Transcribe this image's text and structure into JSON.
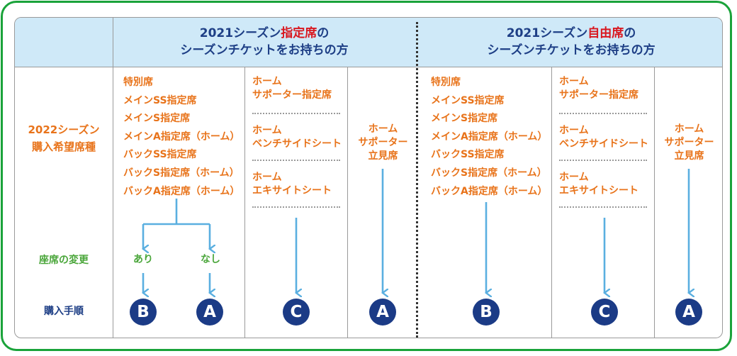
{
  "header": {
    "col1": {
      "prefix": "2021シーズン",
      "highlight": "指定席",
      "suffix": "の",
      "line2": "シーズンチケットをお持ちの方"
    },
    "col2": {
      "prefix": "2021シーズン",
      "highlight": "自由席",
      "suffix": "の",
      "line2": "シーズンチケットをお持ちの方"
    }
  },
  "row_labels": {
    "seat_type_line1": "2022シーズン",
    "seat_type_line2": "購入希望席種",
    "seat_change": "座席の変更",
    "procedure": "購入手順"
  },
  "reserved_list": [
    "特別席",
    "メインSS指定席",
    "メインS指定席",
    "メインA指定席（ホーム）",
    "バックSS指定席",
    "バックS指定席（ホーム）",
    "バックA指定席（ホーム）"
  ],
  "free_list": [
    "特別席",
    "メインSS指定席",
    "メインS指定席",
    "メインA指定席（ホーム）",
    "バックSS指定席",
    "バックS指定席（ホーム）",
    "バックA指定席（ホーム）"
  ],
  "home_groups_left": [
    {
      "line1": "ホーム",
      "line2": "サポーター指定席"
    },
    {
      "line1": "ホーム",
      "line2": "ベンチサイドシート"
    },
    {
      "line1": "ホーム",
      "line2": "エキサイトシート"
    }
  ],
  "home_groups_right": [
    {
      "line1": "ホーム",
      "line2": "サポーター指定席"
    },
    {
      "line1": "ホーム",
      "line2": "ベンチサイドシート"
    },
    {
      "line1": "ホーム",
      "line2": "エキサイトシート"
    }
  ],
  "standing_left": {
    "line1": "ホーム",
    "line2": "サポーター",
    "line3": "立見席"
  },
  "standing_right": {
    "line1": "ホーム",
    "line2": "サポーター",
    "line3": "立見席"
  },
  "change_options": {
    "yes": "あり",
    "no": "なし"
  },
  "procedures": {
    "reserved_yes": "B",
    "reserved_no": "A",
    "home_left": "C",
    "standing_left": "A",
    "free_general": "B",
    "home_right": "C",
    "standing_right": "A"
  },
  "colors": {
    "frame": "#1aa33a",
    "header_bg": "#cfe9f8",
    "navy": "#1e3f86",
    "orange": "#e8731a",
    "green": "#4aa63a",
    "red": "#d9161e",
    "arrow": "#5aafe0"
  }
}
